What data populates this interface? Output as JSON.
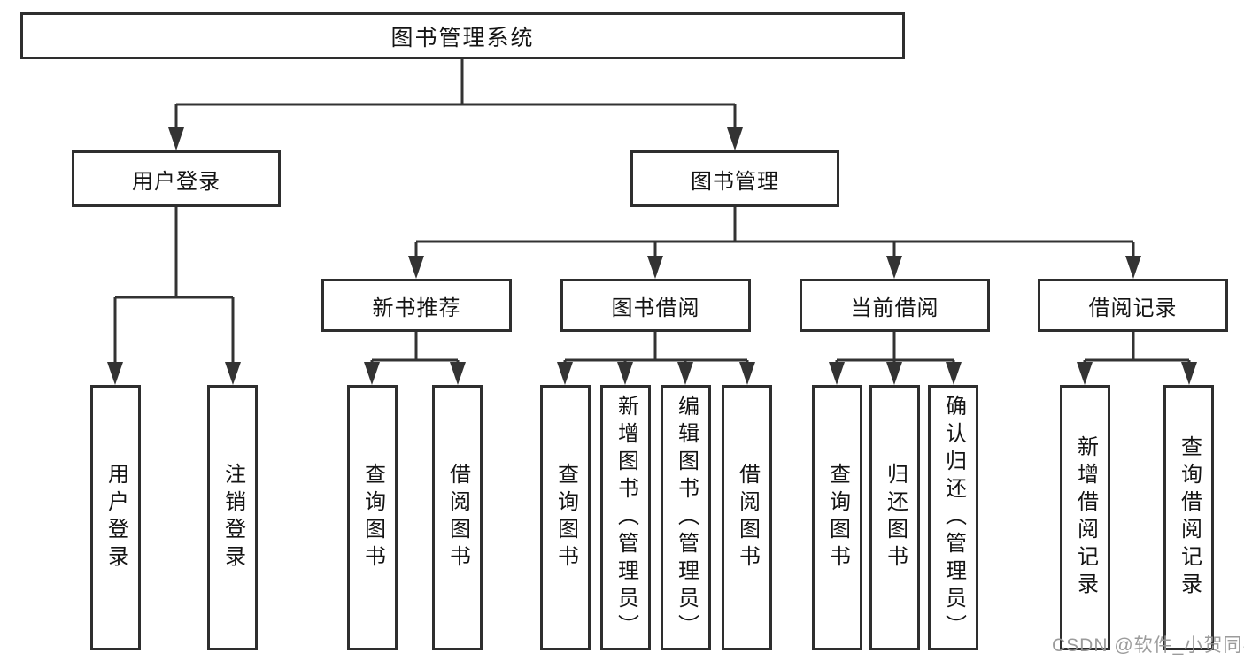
{
  "diagram": {
    "root": "图书管理系统",
    "user_login": {
      "label": "用户登录",
      "children": [
        "用户登录",
        "注销登录"
      ]
    },
    "book_mgmt": {
      "label": "图书管理",
      "sections": [
        {
          "label": "新书推荐",
          "children": [
            "查询图书",
            "借阅图书"
          ]
        },
        {
          "label": "图书借阅",
          "children": [
            "查询图书",
            "新增图书（管理员）",
            "编辑图书（管理员）",
            "借阅图书"
          ]
        },
        {
          "label": "当前借阅",
          "children": [
            "查询图书",
            "归还图书",
            "确认归还（管理员）"
          ]
        },
        {
          "label": "借阅记录",
          "children": [
            "新增借阅记录",
            "查询借阅记录"
          ]
        }
      ]
    },
    "colors": {
      "line": "#333333",
      "border": "#2e2e2e",
      "text": "#141414",
      "watermark": "#969696"
    }
  },
  "watermark": {
    "text": "CSDN @软件_小贺同学"
  }
}
